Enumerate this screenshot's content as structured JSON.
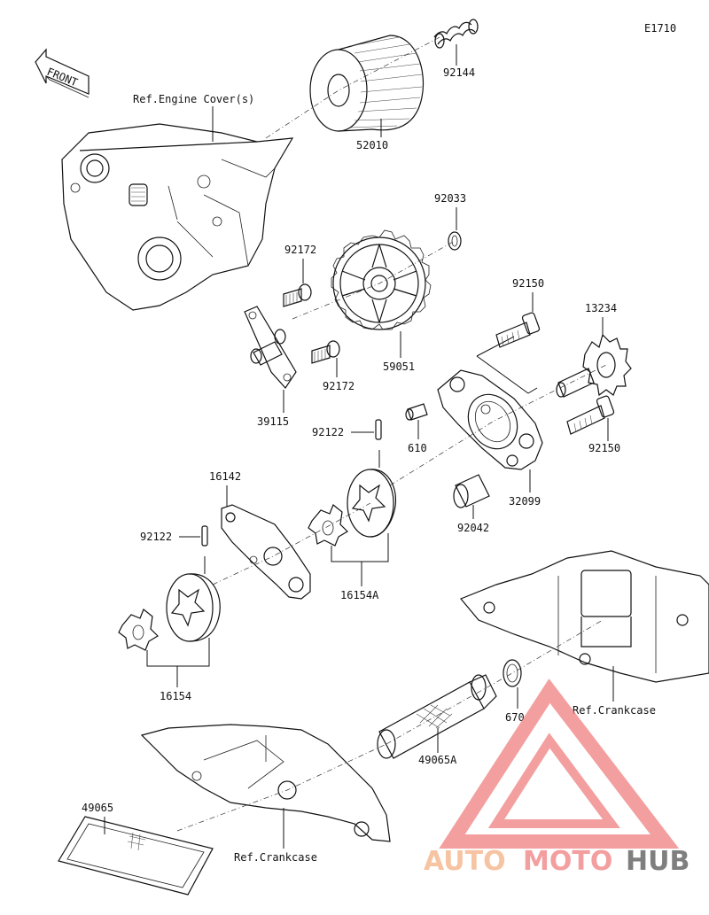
{
  "diagram_code": "E1710",
  "front_label": "FRONT",
  "references": {
    "engine_cover": "Ref.Engine Cover(s)",
    "crankcase_right": "Ref.Crankcase",
    "crankcase_bottom": "Ref.Crankcase"
  },
  "parts": {
    "p92144": "92144",
    "p52010": "52010",
    "p92033": "92033",
    "p92172_top": "92172",
    "p92172_bottom": "92172",
    "p59051": "59051",
    "p39115": "39115",
    "p92150_top": "92150",
    "p13234": "13234",
    "p610": "610",
    "p92150_bottom": "92150",
    "p92122_mid": "92122",
    "p32099": "32099",
    "p92042": "92042",
    "p16142": "16142",
    "p92122_left": "92122",
    "p16154A": "16154A",
    "p16154": "16154",
    "p670": "670",
    "p49065A": "49065A",
    "p49065": "49065"
  },
  "watermark": {
    "part1": "AUTO",
    "part2": "MOTO",
    "part3": "HUB",
    "color_primary": "#f4b183",
    "color_accent": "#f08080",
    "color_dark": "#555555"
  }
}
